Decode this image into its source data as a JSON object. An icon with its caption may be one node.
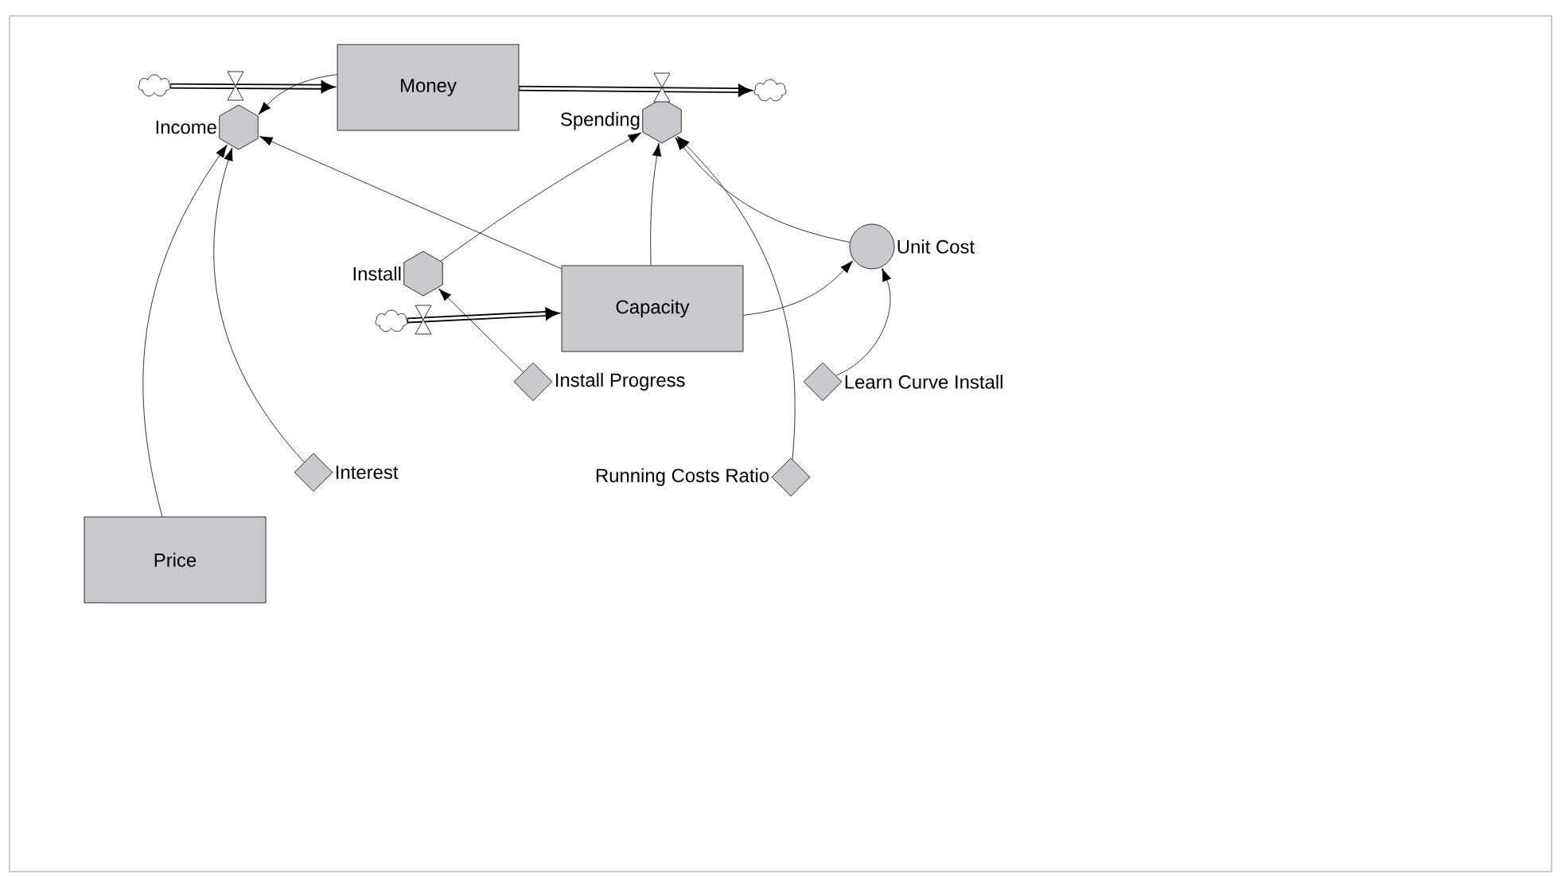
{
  "diagram": {
    "nodes": [
      {
        "text": [
          "Money"
        ]
      },
      {
        "text": [
          "Capacity"
        ]
      },
      {
        "text": [
          "Price"
        ]
      },
      {
        "text": [
          "Income"
        ]
      },
      {
        "text": [
          "Spending"
        ]
      },
      {
        "text": [
          "Install"
        ]
      },
      {
        "text": [
          "Unit Cost"
        ]
      },
      {
        "text": [
          "Install Progress"
        ]
      },
      {
        "text": [
          "Interest"
        ]
      },
      {
        "text": [
          "Running Costs Ratio"
        ]
      },
      {
        "text": [
          "Learn Curve Install"
        ]
      },
      {
        "text": [],
        "shape": "cloud"
      },
      {
        "text": [],
        "shape": "cloud"
      },
      {
        "text": [],
        "shape": "cloud"
      }
    ],
    "edges": [
      {
        "from": 11,
        "to": 0,
        "arrow": "to",
        "style": "thick"
      },
      {
        "from": 0,
        "to": 12,
        "arrow": "to",
        "style": "thick"
      },
      {
        "from": 13,
        "to": 1,
        "arrow": "to",
        "style": "thick"
      },
      {
        "from": 0,
        "to": 3,
        "arrow": "to"
      },
      {
        "from": 1,
        "to": 3,
        "arrow": "to"
      },
      {
        "from": 2,
        "to": 3,
        "arrow": "to"
      },
      {
        "from": 8,
        "to": 3,
        "arrow": "to"
      },
      {
        "from": 5,
        "to": 4,
        "arrow": "to"
      },
      {
        "from": 1,
        "to": 4,
        "arrow": "to"
      },
      {
        "from": 9,
        "to": 4,
        "arrow": "to"
      },
      {
        "from": 6,
        "to": 4,
        "arrow": "to"
      },
      {
        "from": 1,
        "to": 6,
        "arrow": "to"
      },
      {
        "from": 10,
        "to": 6,
        "arrow": "to"
      },
      {
        "from": 7,
        "to": 5,
        "arrow": "to"
      }
    ]
  }
}
